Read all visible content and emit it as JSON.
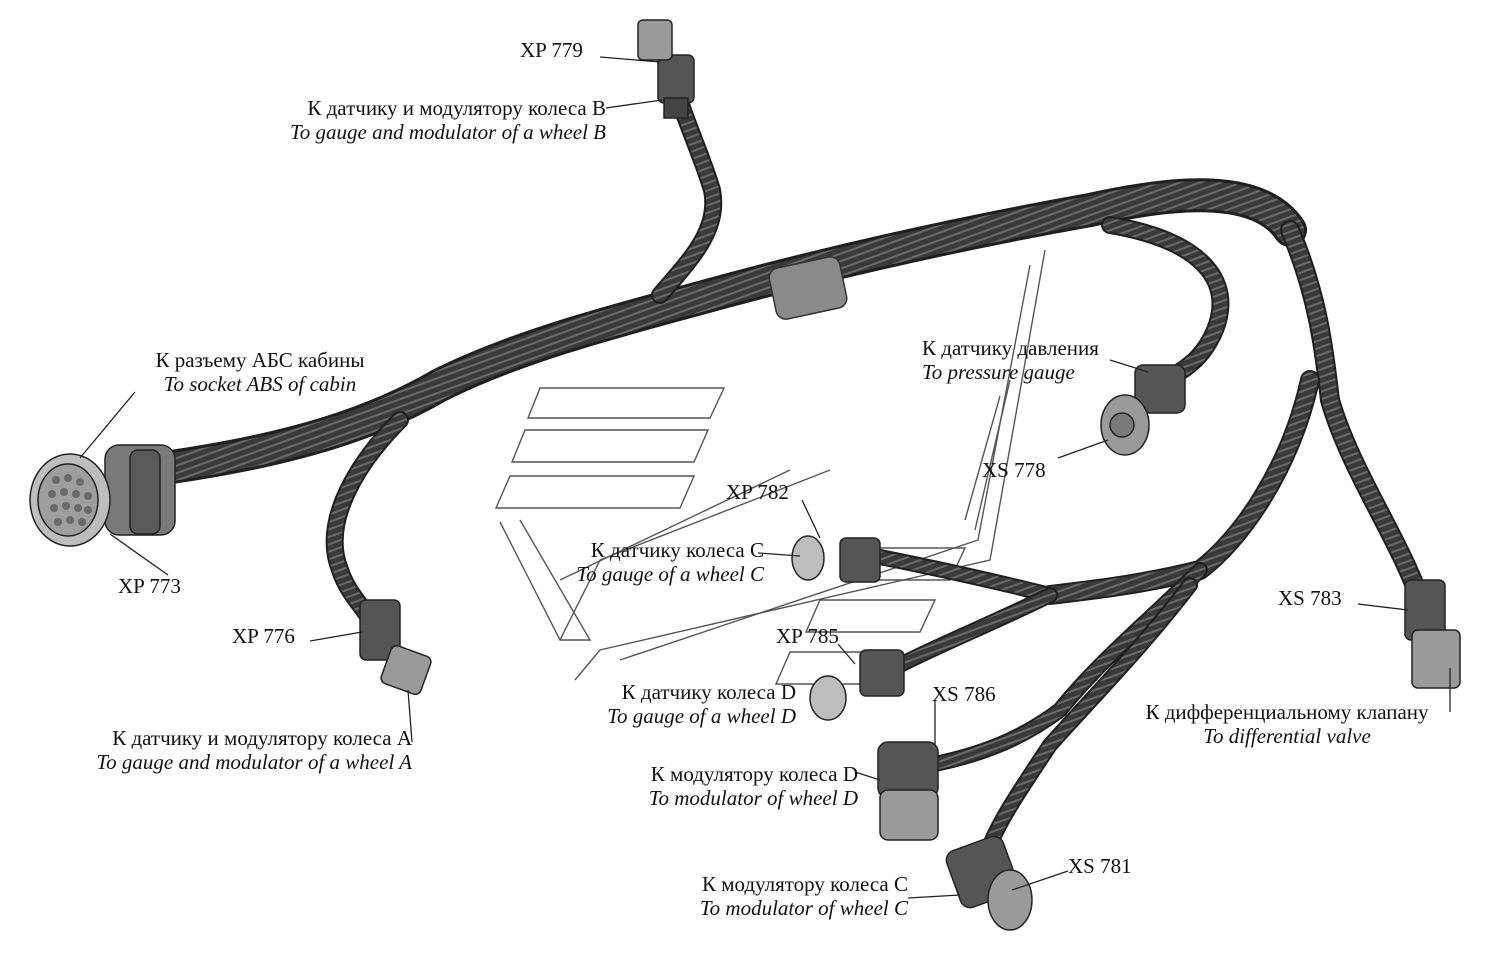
{
  "colors": {
    "cable": "#3a3a3a",
    "cable_dark": "#1f1f1f",
    "cable_rib": "#6a6a6a",
    "connector_light": "#bdbdbd",
    "leader": "#222222",
    "outline": "#555555",
    "background": "#ffffff"
  },
  "designators": {
    "xp779": "XP 779",
    "xp773": "XP 773",
    "xp776": "XP 776",
    "xp782": "XP 782",
    "xp785": "XP 785",
    "xs778": "XS 778",
    "xs783": "XS 783",
    "xs786": "XS 786",
    "xs781": "XS 781"
  },
  "labels": {
    "wheel_b": {
      "ru": "К датчику  и модулятору колеса В",
      "en": "To gauge and modulator of a wheel B"
    },
    "abs_cabin": {
      "ru": "К разъему АБС кабины",
      "en": "To socket ABS of  cabin"
    },
    "pressure": {
      "ru": "К датчику давления",
      "en": "To pressure gauge"
    },
    "gauge_c": {
      "ru": "К датчику колеса С",
      "en": "To gauge of a wheel C"
    },
    "gauge_d": {
      "ru": "К датчику колеса D",
      "en": "To gauge of a wheel D"
    },
    "wheel_a": {
      "ru": "К датчику  и модулятору колеса А",
      "en": "To gauge and modulator of a wheel A"
    },
    "mod_d": {
      "ru": "К модулятору колеса D",
      "en": "To  modulator of wheel D"
    },
    "mod_c": {
      "ru": "К модулятору колеса С",
      "en": "To  modulator of wheel C"
    },
    "diff": {
      "ru": "К дифференциальному клапану",
      "en": "To  differential valve"
    }
  },
  "icons": [
    "connector-icon",
    "harness-icon"
  ]
}
